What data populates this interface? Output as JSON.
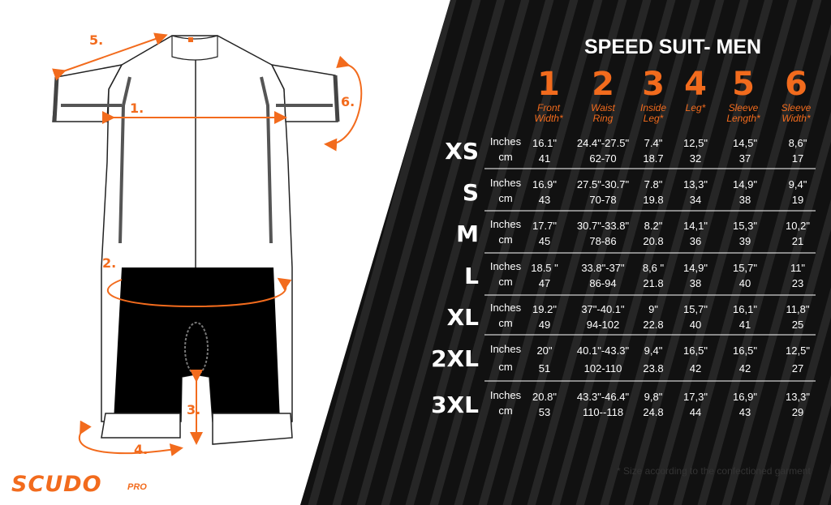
{
  "title": "SPEED SUIT- MEN",
  "columns": [
    {
      "number": "1",
      "name": "Front\nWidth*"
    },
    {
      "number": "2",
      "name": "Waist\nRing"
    },
    {
      "number": "3",
      "name": "Inside\nLeg*"
    },
    {
      "number": "4",
      "name": "Leg*"
    },
    {
      "number": "5",
      "name": "Sleeve\nLength*"
    },
    {
      "number": "6",
      "name": "Sleeve\nWidth*"
    }
  ],
  "rows": [
    {
      "size": "XS",
      "unit_inches": "Inches",
      "unit_cm": "cm",
      "inches": [
        "16.1\"",
        "24.4\"-27.5\"",
        "7.4\"",
        "12,5\"",
        "14,5\"",
        "8,6\""
      ],
      "cm": [
        "41",
        "62-70",
        "18.7",
        "32",
        "37",
        "17"
      ]
    },
    {
      "size": "S",
      "unit_inches": "Inches",
      "unit_cm": "cm",
      "inches": [
        "16.9\"",
        "27.5\"-30.7\"",
        "7.8\"",
        "13,3\"",
        "14,9\"",
        "9,4\""
      ],
      "cm": [
        "43",
        "70-78",
        "19.8",
        "34",
        "38",
        "19"
      ]
    },
    {
      "size": "M",
      "unit_inches": "Inches",
      "unit_cm": "cm",
      "inches": [
        "17.7\"",
        "30.7\"-33.8\"",
        "8.2\"",
        "14,1\"",
        "15,3\"",
        "10,2\""
      ],
      "cm": [
        "45",
        "78-86",
        "20.8",
        "36",
        "39",
        "21"
      ]
    },
    {
      "size": "L",
      "unit_inches": "Inches",
      "unit_cm": "cm",
      "inches": [
        "18.5 \"",
        "33.8\"-37\"",
        "8,6 \"",
        "14,9\"",
        "15,7\"",
        "11\""
      ],
      "cm": [
        "47",
        "86-94",
        "21.8",
        "38",
        "40",
        "23"
      ]
    },
    {
      "size": "XL",
      "unit_inches": "Inches",
      "unit_cm": "cm",
      "inches": [
        "19.2\"",
        "37\"-40.1\"",
        "9\"",
        "15,7\"",
        "16,1\"",
        "11,8\""
      ],
      "cm": [
        "49",
        "94-102",
        "22.8",
        "40",
        "41",
        "25"
      ]
    },
    {
      "size": "2XL",
      "unit_inches": "Inches",
      "unit_cm": "cm",
      "inches": [
        "20\"",
        "40.1\"-43.3\"",
        "9,4\"",
        "16,5\"",
        "16,5\"",
        "12,5\""
      ],
      "cm": [
        "51",
        "102-110",
        "23.8",
        "42",
        "42",
        "27"
      ]
    },
    {
      "size": "3XL",
      "unit_inches": "Inches",
      "unit_cm": "cm",
      "inches": [
        "20.8\"",
        "43.3\"-46.4\"",
        "9,8\"",
        "17,3\"",
        "16,9\"",
        "13,3\""
      ],
      "cm": [
        "53",
        "110--118",
        "24.8",
        "44",
        "43",
        "29"
      ]
    }
  ],
  "footnote": "* Size according to the confectioned garment",
  "measure_labels": [
    "1.",
    "2.",
    "3.",
    "4.",
    "5.",
    "6."
  ],
  "brand": {
    "name": "SCUDO",
    "sub": "PRO"
  },
  "colors": {
    "accent": "#f26b1d",
    "panel": "#111111",
    "stripe": "#2a2a2a",
    "text": "#ffffff"
  }
}
